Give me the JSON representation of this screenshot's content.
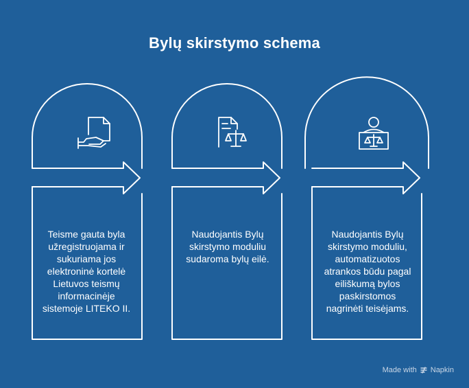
{
  "title": "Bylų skirstymo schema",
  "steps": [
    {
      "icon": "document-hand-icon",
      "text": "Teisme gauta byla užregistruojama ir sukuriama jos elektroninė kortelė Lietuvos teismų informacinėje sistemoje LITEKO II."
    },
    {
      "icon": "document-scales-icon",
      "text": "Naudojantis Bylų skirstymo moduliu sudaroma bylų eilė."
    },
    {
      "icon": "judge-scales-icon",
      "text": "Naudojantis Bylų skirstymo moduliu, automatizuotos atrankos būdu pagal eiliškumą bylos paskirstomos nagrinėti teisėjams."
    }
  ],
  "footer": {
    "made_with": "Made with",
    "brand": "Napkin"
  },
  "colors": {
    "background": "#1f5f9a",
    "stroke": "#ffffff"
  }
}
